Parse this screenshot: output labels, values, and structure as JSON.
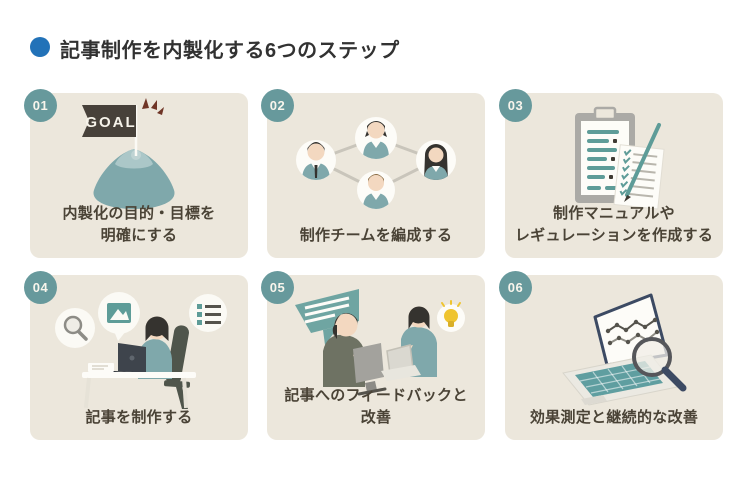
{
  "page": {
    "title": "記事制作を内製化する6つのステップ"
  },
  "colors": {
    "title_bullet_blue": "#2272b8",
    "title_text": "#323232",
    "card_background": "#ece7dc",
    "badge_background": "#67999c",
    "badge_text": "#f8f5ec",
    "caption_text": "#4a4336",
    "illustration_teal": "#7fa8ab",
    "illustration_teal_dark": "#5e9c98",
    "flag_dark": "#47413a",
    "lightbulb_yellow": "#efc42f",
    "sparkle_red_brown": "#6f3526"
  },
  "steps": [
    {
      "number": "01",
      "caption_lines": [
        "内製化の目的・目標を",
        "明確にする"
      ],
      "illustration": "goal-flag-on-mountain",
      "flag_label": "GOAL"
    },
    {
      "number": "02",
      "caption_lines": [
        "制作チームを編成する"
      ],
      "illustration": "team-member-network"
    },
    {
      "number": "03",
      "caption_lines": [
        "制作マニュアルや",
        "レギュレーションを作成する"
      ],
      "illustration": "manual-clipboard-checklist"
    },
    {
      "number": "04",
      "caption_lines": [
        "記事を制作する"
      ],
      "illustration": "writer-at-desk-with-laptop"
    },
    {
      "number": "05",
      "caption_lines": [
        "記事へのフィードバックと",
        "改善"
      ],
      "illustration": "two-people-feedback-discussion"
    },
    {
      "number": "06",
      "caption_lines": [
        "効果測定と継続的な改善"
      ],
      "illustration": "laptop-chart-magnifier"
    }
  ]
}
